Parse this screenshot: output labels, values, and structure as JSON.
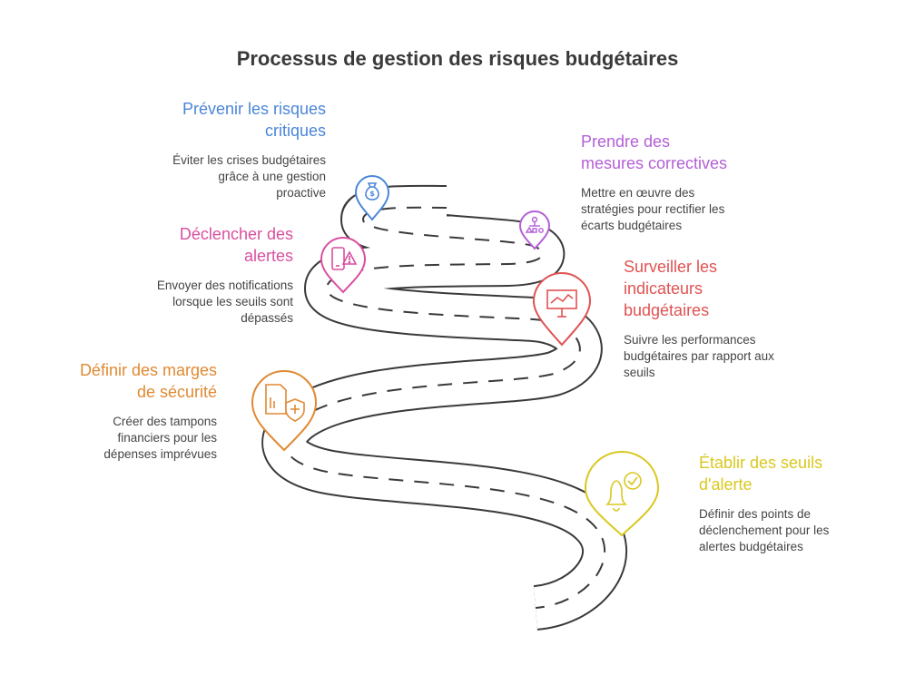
{
  "title": "Processus de gestion des risques budgétaires",
  "colors": {
    "road": "#3a3a3a",
    "blue": "#4a86d8",
    "purple": "#b45fd6",
    "pink": "#d94fa0",
    "red": "#e05252",
    "orange": "#e08a33",
    "yellow": "#d9c81f"
  },
  "steps": [
    {
      "heading": "Prévenir les risques critiques",
      "heading_lines": [
        "Prévenir les risques",
        "critiques"
      ],
      "desc_lines": [
        "Éviter les crises budgétaires",
        "grâce à une gestion",
        "proactive"
      ],
      "icon": "money-bag-icon",
      "color": "#4a86d8"
    },
    {
      "heading": "Prendre des mesures correctives",
      "heading_lines": [
        "Prendre des",
        "mesures correctives"
      ],
      "desc_lines": [
        "Mettre en œuvre des",
        "stratégies pour rectifier les",
        "écarts budgétaires"
      ],
      "icon": "strategy-icon",
      "color": "#b45fd6"
    },
    {
      "heading": "Déclencher des alertes",
      "heading_lines": [
        "Déclencher des",
        "alertes"
      ],
      "desc_lines": [
        "Envoyer des notifications",
        "lorsque les seuils sont",
        "dépassés"
      ],
      "icon": "phone-alert-icon",
      "color": "#d94fa0"
    },
    {
      "heading": "Surveiller les indicateurs budgétaires",
      "heading_lines": [
        "Surveiller les",
        "indicateurs",
        "budgétaires"
      ],
      "desc_lines": [
        "Suivre les performances",
        "budgétaires par rapport aux",
        "seuils"
      ],
      "icon": "chart-presentation-icon",
      "color": "#e05252"
    },
    {
      "heading": "Définir des marges de sécurité",
      "heading_lines": [
        "Définir des marges",
        "de sécurité"
      ],
      "desc_lines": [
        "Créer des tampons",
        "financiers pour les",
        "dépenses imprévues"
      ],
      "icon": "document-shield-icon",
      "color": "#e08a33"
    },
    {
      "heading": "Établir des seuils d'alerte",
      "heading_lines": [
        "Établir des seuils",
        "d'alerte"
      ],
      "desc_lines": [
        "Définir des points de",
        "déclenchement pour les",
        "alertes budgétaires"
      ],
      "icon": "bell-check-icon",
      "color": "#d9c81f"
    }
  ]
}
